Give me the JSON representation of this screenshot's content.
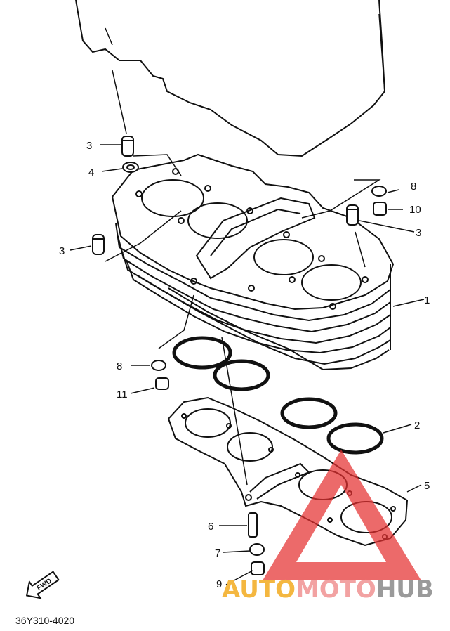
{
  "callouts": [
    {
      "id": "c3a",
      "label": "3"
    },
    {
      "id": "c4",
      "label": "4"
    },
    {
      "id": "c3b",
      "label": "3"
    },
    {
      "id": "c8a",
      "label": "8"
    },
    {
      "id": "c10",
      "label": "10"
    },
    {
      "id": "c3c",
      "label": "3"
    },
    {
      "id": "c1",
      "label": "1"
    },
    {
      "id": "c8b",
      "label": "8"
    },
    {
      "id": "c11",
      "label": "11"
    },
    {
      "id": "c2",
      "label": "2"
    },
    {
      "id": "c5",
      "label": "5"
    },
    {
      "id": "c6",
      "label": "6"
    },
    {
      "id": "c7",
      "label": "7"
    },
    {
      "id": "c9",
      "label": "9"
    }
  ],
  "diagram_code": "36Y310-4020",
  "forward_arrow_label": "FWD",
  "watermark": {
    "part1": "AUTO",
    "part2": "MOTO",
    "part3": "HUB",
    "color1": "#f4b740",
    "color2": "#f2a2a2",
    "color3": "#9a9a9a",
    "triangle_color": "#e53030"
  }
}
